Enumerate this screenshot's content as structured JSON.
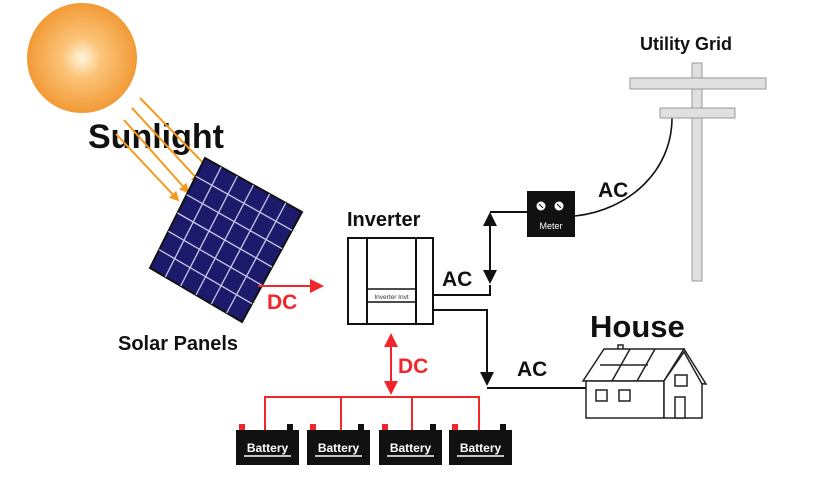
{
  "labels": {
    "sunlight": "Sunlight",
    "solar_panels": "Solar Panels",
    "dc_panel": "DC",
    "inverter": "Inverter",
    "inverter_plate": "Inverter Invt",
    "ac_inverter": "AC",
    "meter": "Meter",
    "ac_grid": "AC",
    "utility_grid": "Utility Grid",
    "house": "House",
    "ac_house": "AC",
    "dc_battery": "DC",
    "batteries": [
      "Battery",
      "Battery",
      "Battery",
      "Battery"
    ]
  },
  "colors": {
    "sun": "#f7a23c",
    "rays": "#f39a1e",
    "panel": "#1c1a6b",
    "dc": "#f0262a",
    "ac": "#111111",
    "pole": "#e0e0e0"
  }
}
